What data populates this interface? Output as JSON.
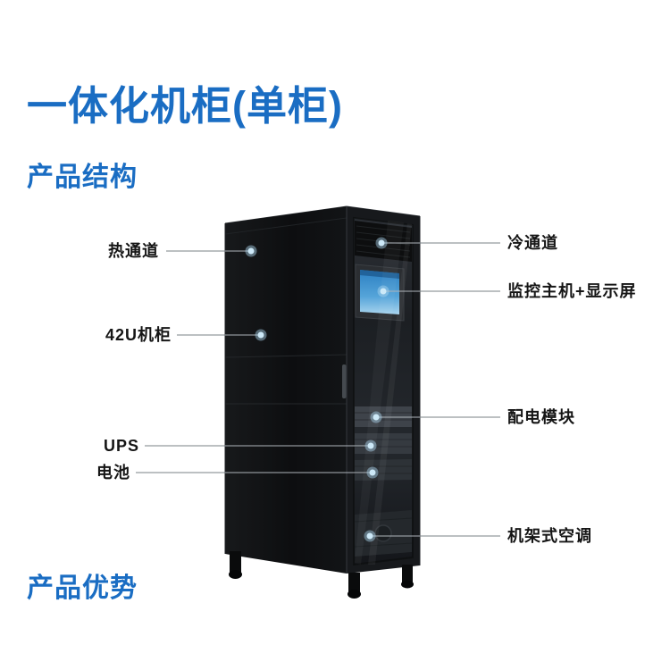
{
  "page": {
    "title": "一体化机柜(单柜)",
    "sections": {
      "structure": "产品结构",
      "advantages": "产品优势"
    }
  },
  "colors": {
    "accent_blue": "#1a6dc3",
    "label_text": "#151515",
    "callout_line": "#7a8086",
    "callout_line_on_cabinet": "#aeb4ba",
    "callout_dot": "#cde9f8",
    "cabinet_black": "#101214",
    "screen_blue": "#55a4d9"
  },
  "diagram": {
    "subject": "integrated-single-cabinet",
    "callouts_left": [
      {
        "label": "热通道"
      },
      {
        "label": "42U机柜"
      },
      {
        "label": "UPS"
      },
      {
        "label": "电池"
      }
    ],
    "callouts_right": [
      {
        "label": "冷通道"
      },
      {
        "label": "监控主机+显示屏"
      },
      {
        "label": "配电模块"
      },
      {
        "label": "机架式空调"
      }
    ]
  }
}
